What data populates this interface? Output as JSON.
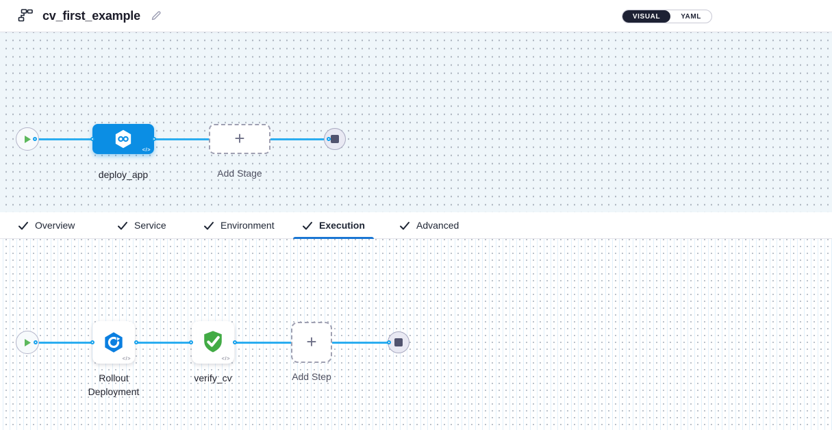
{
  "header": {
    "title": "cv_first_example",
    "pipeline_icon": "pipeline-flow-icon",
    "edit_icon": "pencil-icon",
    "view_toggle": {
      "selected": "VISUAL",
      "options": [
        {
          "label": "VISUAL"
        },
        {
          "label": "YAML"
        }
      ]
    }
  },
  "stage_canvas": {
    "start_node_icon": "play-icon",
    "end_node_icon": "stop-icon",
    "stages": [
      {
        "label": "deploy_app",
        "icon": "cd-stage-hexagon-infinity-icon",
        "code_badge": "</>",
        "color": "#0b8ee4"
      },
      {
        "label": "Add Stage",
        "icon": "plus-icon",
        "plus": "+"
      }
    ]
  },
  "tabs": {
    "active": "Execution",
    "items": [
      {
        "label": "Overview",
        "checked": true
      },
      {
        "label": "Service",
        "checked": true
      },
      {
        "label": "Environment",
        "checked": true
      },
      {
        "label": "Execution",
        "checked": true
      },
      {
        "label": "Advanced",
        "checked": true
      }
    ]
  },
  "execution_canvas": {
    "steps": [
      {
        "label": "Rollout Deployment",
        "label_lines": [
          "Rollout",
          "Deployment"
        ],
        "icon": "rollout-deployment-icon",
        "code_badge": "</>"
      },
      {
        "label": "verify_cv",
        "icon": "shield-check-icon",
        "code_badge": "</>"
      },
      {
        "label": "Add Step",
        "icon": "plus-icon",
        "plus": "+"
      }
    ]
  },
  "colors": {
    "connector_line": "#2badf0",
    "stage_blue": "#0b8ee4",
    "verify_green": "#42ab45",
    "active_tab_underline": "#1a76d3",
    "toggle_selected_bg": "#1d2133",
    "text_dark": "#1c1c28",
    "text_gray": "#4f5162"
  }
}
